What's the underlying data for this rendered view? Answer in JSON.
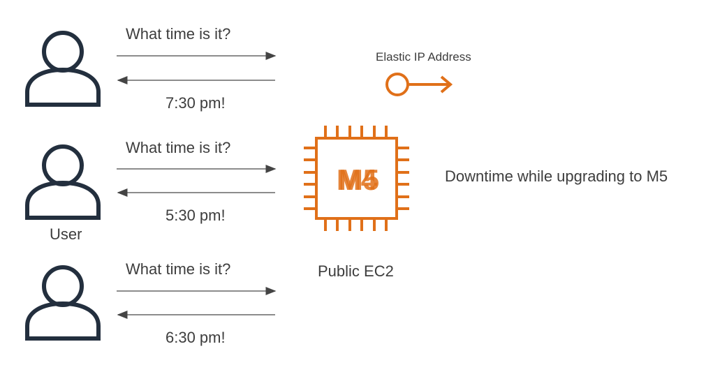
{
  "rows": [
    {
      "question": "What time is it?",
      "answer": "7:30 pm!"
    },
    {
      "question": "What time is it?",
      "answer": "5:30 pm!"
    },
    {
      "question": "What time is it?",
      "answer": "6:30 pm!"
    }
  ],
  "user_label": "User",
  "elastic_ip_label": "Elastic IP Address",
  "chip": {
    "overlay_text_a": "M4",
    "overlay_text_b": "M5",
    "caption": "Public EC2"
  },
  "note": "Downtime while upgrading to M5",
  "colors": {
    "line": "#232f3e",
    "accent": "#e07019",
    "text": "#3d3d3d"
  }
}
